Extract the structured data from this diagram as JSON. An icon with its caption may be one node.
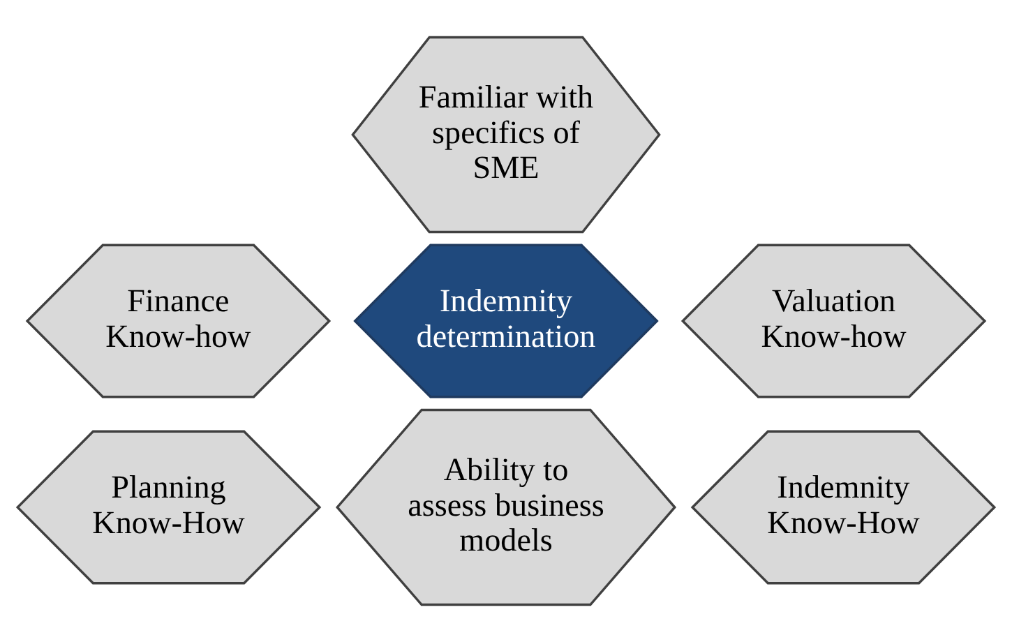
{
  "diagram": {
    "nodes": [
      {
        "text": [
          "Familiar with specifics of SME"
        ]
      },
      {
        "text": [
          "Finance Know-how"
        ]
      },
      {
        "text": [
          "Valuation Know-how"
        ]
      },
      {
        "text": [
          "Indemnity determination"
        ]
      },
      {
        "text": [
          "Planning Know-How"
        ]
      },
      {
        "text": [
          "Indemnity Know-How"
        ]
      },
      {
        "text": [
          "Ability to assess business models"
        ]
      }
    ],
    "edges": []
  }
}
